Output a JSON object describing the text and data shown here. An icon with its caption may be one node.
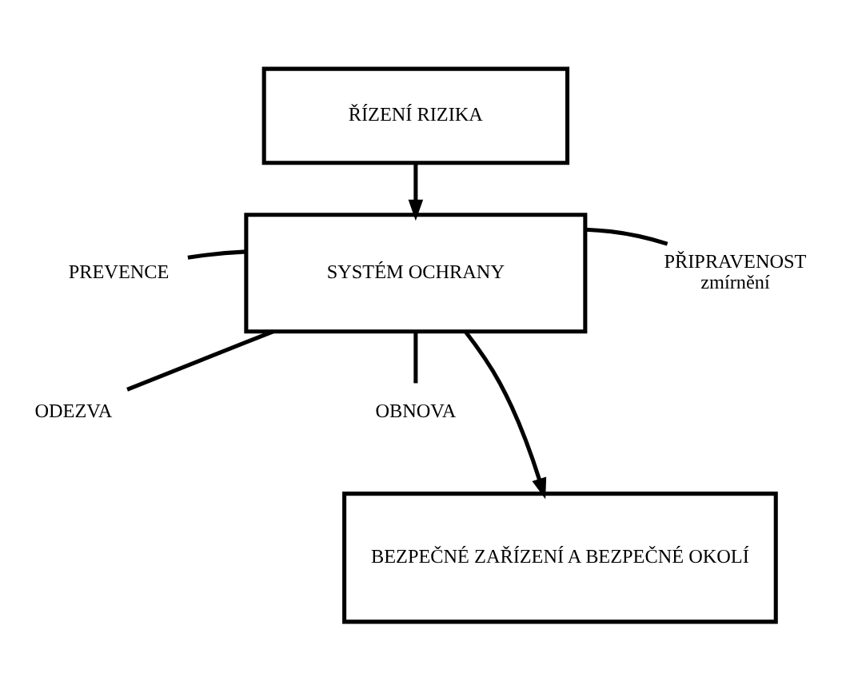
{
  "diagram": {
    "nodes": [
      {
        "text": [
          "ŘÍZENÍ RIZIKA"
        ]
      },
      {
        "text": [
          "PREVENCE"
        ]
      },
      {
        "text": [
          "PŘIPRAVENOST",
          "zmírnění"
        ]
      },
      {
        "text": [
          "SYSTÉM OCHRANY"
        ]
      },
      {
        "text": [
          "ODEZVA"
        ]
      },
      {
        "text": [
          "OBNOVA"
        ]
      },
      {
        "text": [
          "BEZPEČNÉ ZAŘÍZENÍ A BEZPEČNÉ OKOLÍ"
        ]
      }
    ],
    "edges": [
      {
        "from": 0,
        "to": 3,
        "arrow": "to"
      },
      {
        "from": 1,
        "to": 3,
        "arrow": "none"
      },
      {
        "from": 2,
        "to": 3,
        "arrow": "none"
      },
      {
        "from": 4,
        "to": 3,
        "arrow": "none"
      },
      {
        "from": 5,
        "to": 3,
        "arrow": "none"
      },
      {
        "from": 3,
        "to": 6,
        "arrow": "to"
      }
    ]
  }
}
